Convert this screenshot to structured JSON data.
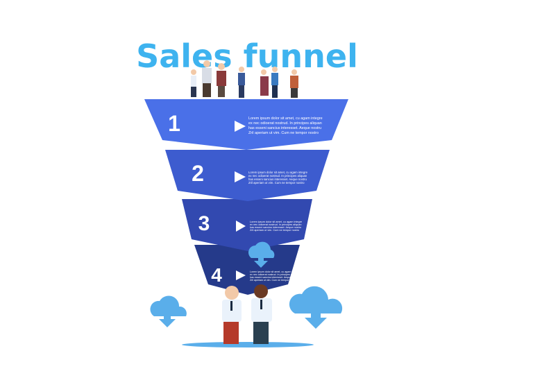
{
  "title": "Sales funnel",
  "colors": {
    "title": "#3eb3ef",
    "stage1": "#4a70e8",
    "stage2": "#3d5ccf",
    "stage3": "#3249b0",
    "stage4": "#253a8a",
    "cloud": "#5aaeea"
  },
  "stages": [
    {
      "number": "1",
      "text": [
        "Lorem ipsum dolor sit amet, cu agam integre",
        "ex nec odioerat nostrud. In principes aliquan",
        "has esseni sancius interesset. Aeque nostru",
        "Zril aperiam ut vim. Cum ne tempor nostro"
      ]
    },
    {
      "number": "2",
      "text": [
        "Lorem ipsum dolor sit amet, cu agam integre",
        "ex nec odioerat nostrud. In principes aliquan",
        "has esseni sancius interesset. Aeque nostru",
        "Zril aperiam ut vim. Cum ne tempor nostro"
      ]
    },
    {
      "number": "3",
      "text": [
        "Lorem ipsum dolor sit amet, cu agam integre",
        "ex nec odioerat nostrud. In principes aliquan",
        "has esseni sancius interesset. Aeque nostru",
        "Zril aperiam ut vim. Cum ne tempor nostro"
      ]
    },
    {
      "number": "4",
      "text": [
        "Lorem ipsum dolor sit amet, cu agam integre",
        "ex nec odioerat nostrud. In principes aliquan",
        "has esseni sancius interesset. Aeque nostru",
        "Zril aperiam ut vim. Cum ne tempor nostro"
      ]
    }
  ],
  "icons": [
    "cloud-download-icon",
    "play-arrow-icon",
    "people-illustration",
    "handshake-illustration"
  ]
}
